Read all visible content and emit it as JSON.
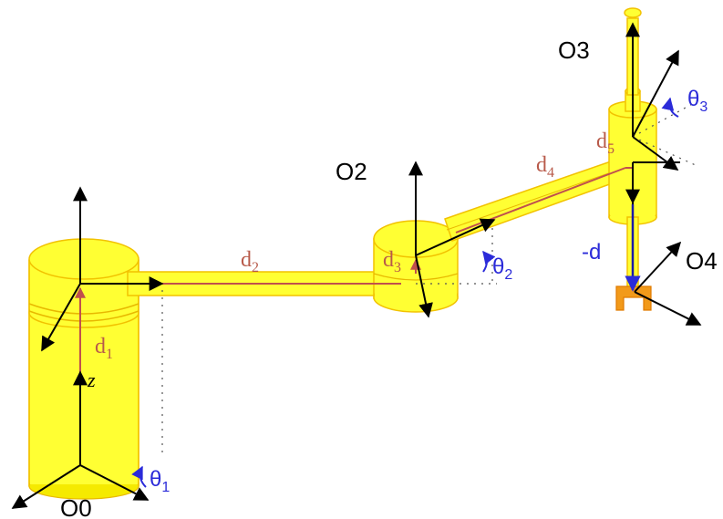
{
  "frames": {
    "o0": "O0",
    "o2": "O2",
    "o3": "O3",
    "o4": "O4"
  },
  "distances": {
    "d1": {
      "base": "d",
      "sub": "1"
    },
    "d2": {
      "base": "d",
      "sub": "2"
    },
    "d3": {
      "base": "d",
      "sub": "3"
    },
    "d4": {
      "base": "d",
      "sub": "4"
    },
    "d5": {
      "base": "d",
      "sub": "5"
    },
    "minus_d": "-d"
  },
  "angles": {
    "theta1": {
      "base": "θ",
      "sub": "1"
    },
    "theta2": {
      "base": "θ",
      "sub": "2"
    },
    "theta3": {
      "base": "θ",
      "sub": "3"
    }
  },
  "axis_label_z": "z",
  "colors": {
    "robot_body": "#ffff33",
    "robot_edge": "#f2c200",
    "gripper": "#f29a1a",
    "distance_text": "#b85a4a",
    "angle_text": "#2b2bd9",
    "axes": "#000000"
  }
}
